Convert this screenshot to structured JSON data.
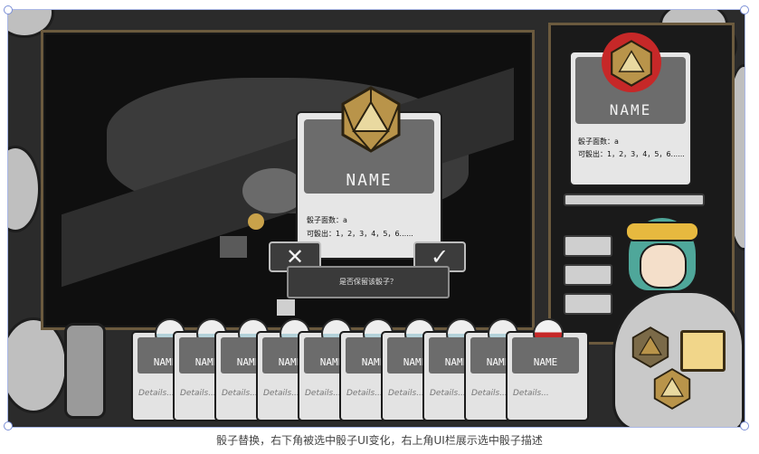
{
  "popup": {
    "name": "NAME",
    "faces": "骰子面数：a",
    "rolls": "可骰出：1，2，3，4，5，6......",
    "prompt": "是否保留该骰子？",
    "cancel_icon": "✕",
    "confirm_icon": "✓"
  },
  "sidebar": {
    "name": "NAME",
    "faces": "骰子面数：a",
    "rolls": "可骰出：1，2，3，4，5，6......"
  },
  "hand": [
    {
      "name": "NAME",
      "details": "Details..."
    },
    {
      "name": "NAME",
      "details": "Details..."
    },
    {
      "name": "NAME",
      "details": "Details..."
    },
    {
      "name": "NAME",
      "details": "Details..."
    },
    {
      "name": "NAME",
      "details": "Details..."
    },
    {
      "name": "NAME",
      "details": "Details..."
    },
    {
      "name": "NAME",
      "details": "Details..."
    },
    {
      "name": "NAME",
      "details": "Details..."
    },
    {
      "name": "NAME",
      "details": "Details..."
    },
    {
      "name": "NAME",
      "details": "Details..."
    }
  ],
  "caption": "骰子替换，右下角被选中骰子UI变化，右上角UI栏展示选中骰子描述",
  "colors": {
    "accent_red": "#c62828",
    "dice_gold": "#b9944a",
    "frame_brown": "#6b5a3e"
  }
}
